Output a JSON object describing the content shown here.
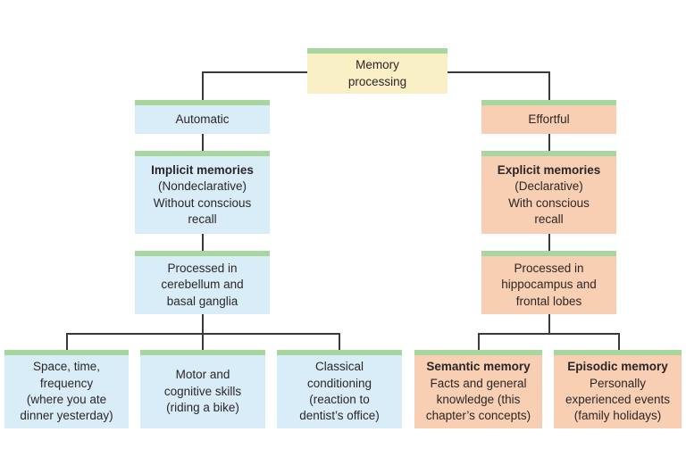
{
  "colors": {
    "root_fill": "#faf0c5",
    "automatic_branch_fill": "#d9edf8",
    "effortful_branch_fill": "#f9cfb3",
    "node_top_strip": "#a7d79f",
    "connector": "#3a3a3a",
    "text": "#2b2627",
    "background": "#ffffff"
  },
  "nodes": {
    "memory": {
      "body": "Memory\nprocessing"
    },
    "automatic": {
      "body": "Automatic"
    },
    "effortful": {
      "body": "Effortful"
    },
    "implicit": {
      "title": "Implicit memories",
      "body": "(Nondeclarative)\nWithout conscious\nrecall"
    },
    "explicit": {
      "title": "Explicit memories",
      "body": "(Declarative)\nWith conscious\nrecall"
    },
    "processed_left": {
      "body": "Processed in\ncerebellum and\nbasal ganglia"
    },
    "processed_right": {
      "body": "Processed in\nhippocampus and\nfrontal lobes"
    },
    "space_time_frequency": {
      "body": "Space, time,\nfrequency\n(where you ate\ndinner yesterday)"
    },
    "motor_cognitive": {
      "body": "Motor and\ncognitive skills\n(riding a bike)"
    },
    "classical_conditioning": {
      "body": "Classical\nconditioning\n(reaction to\ndentist’s office)"
    },
    "semantic": {
      "title": "Semantic memory",
      "body": "Facts and general\nknowledge (this\nchapter’s concepts)"
    },
    "episodic": {
      "title": "Episodic memory",
      "body": "Personally\nexperienced events\n(family holidays)"
    }
  }
}
